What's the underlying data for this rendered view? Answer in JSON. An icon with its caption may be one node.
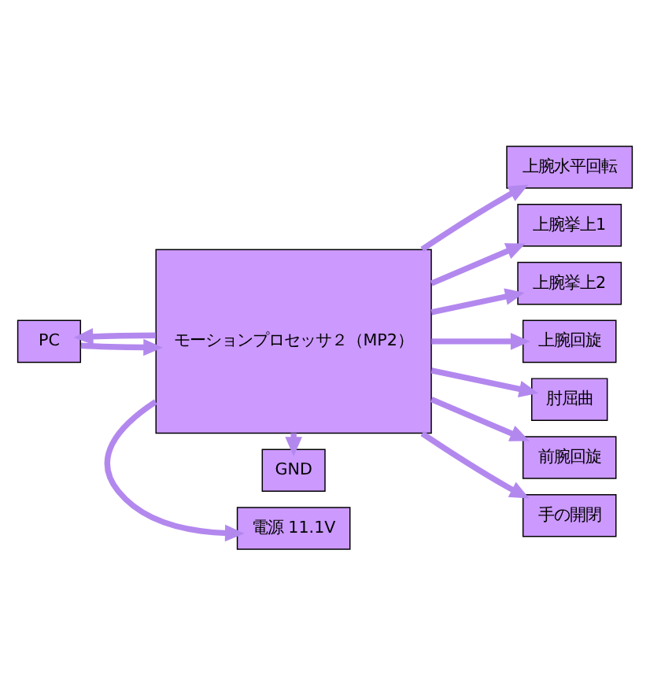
{
  "diagram": {
    "nodes": [
      {
        "text": [
          "電源 11.1V"
        ]
      },
      {
        "text": [
          "GND"
        ]
      },
      {
        "text": [
          "PC"
        ]
      },
      {
        "text": [
          "モーションプロセッサ２（MP2）"
        ]
      },
      {
        "text": [
          "上腕水平回転"
        ]
      },
      {
        "text": [
          "上腕挙上1"
        ]
      },
      {
        "text": [
          "上腕挙上2"
        ]
      },
      {
        "text": [
          "上腕回旋"
        ]
      },
      {
        "text": [
          "肘屈曲"
        ]
      },
      {
        "text": [
          "前腕回旋"
        ]
      },
      {
        "text": [
          "手の開閉"
        ]
      }
    ],
    "edges": [
      {
        "from": 3,
        "to": 0,
        "arrow": "to"
      },
      {
        "from": 3,
        "to": 1,
        "arrow": "to"
      },
      {
        "from": 2,
        "to": 3,
        "arrow": "to"
      },
      {
        "from": 3,
        "to": 2,
        "arrow": "to"
      },
      {
        "from": 3,
        "to": 4,
        "arrow": "to"
      },
      {
        "from": 3,
        "to": 5,
        "arrow": "to"
      },
      {
        "from": 3,
        "to": 6,
        "arrow": "to"
      },
      {
        "from": 3,
        "to": 7,
        "arrow": "to"
      },
      {
        "from": 3,
        "to": 8,
        "arrow": "to"
      },
      {
        "from": 3,
        "to": 9,
        "arrow": "to"
      },
      {
        "from": 3,
        "to": 10,
        "arrow": "to"
      }
    ]
  }
}
